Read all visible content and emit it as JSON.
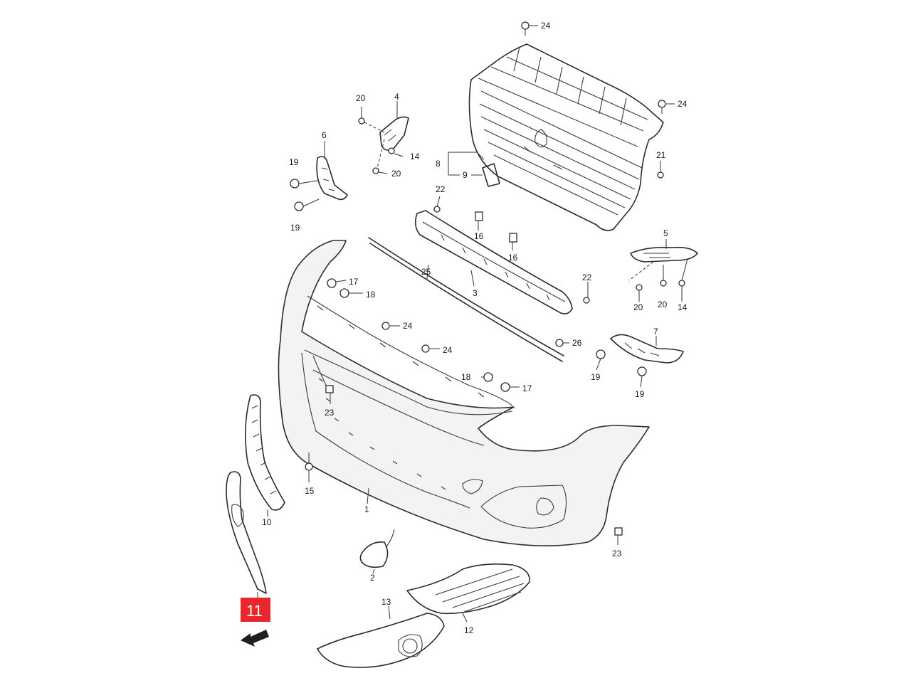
{
  "diagram": {
    "highlight": {
      "number": "11",
      "color": "#e8262c"
    },
    "callouts": [
      {
        "id": "c24a",
        "text": "24"
      },
      {
        "id": "c24b",
        "text": "24"
      },
      {
        "id": "c4",
        "text": "4"
      },
      {
        "id": "c20a",
        "text": "20"
      },
      {
        "id": "c14a",
        "text": "14"
      },
      {
        "id": "c20b",
        "text": "20"
      },
      {
        "id": "c6",
        "text": "6"
      },
      {
        "id": "c19a",
        "text": "19"
      },
      {
        "id": "c19b",
        "text": "19"
      },
      {
        "id": "c8",
        "text": "8"
      },
      {
        "id": "c9",
        "text": "9"
      },
      {
        "id": "c21",
        "text": "21"
      },
      {
        "id": "c22a",
        "text": "22"
      },
      {
        "id": "c16a",
        "text": "16"
      },
      {
        "id": "c16b",
        "text": "16"
      },
      {
        "id": "c5",
        "text": "5"
      },
      {
        "id": "c20c",
        "text": "20"
      },
      {
        "id": "c20d",
        "text": "20"
      },
      {
        "id": "c14b",
        "text": "14"
      },
      {
        "id": "c25",
        "text": "25"
      },
      {
        "id": "c3",
        "text": "3"
      },
      {
        "id": "c22b",
        "text": "22"
      },
      {
        "id": "c17a",
        "text": "17"
      },
      {
        "id": "c18a",
        "text": "18"
      },
      {
        "id": "c24c",
        "text": "24"
      },
      {
        "id": "c24d",
        "text": "24"
      },
      {
        "id": "c26",
        "text": "26"
      },
      {
        "id": "c7",
        "text": "7"
      },
      {
        "id": "c19c",
        "text": "19"
      },
      {
        "id": "c19d",
        "text": "19"
      },
      {
        "id": "c18b",
        "text": "18"
      },
      {
        "id": "c17b",
        "text": "17"
      },
      {
        "id": "c23a",
        "text": "23"
      },
      {
        "id": "c15",
        "text": "15"
      },
      {
        "id": "c1",
        "text": "1"
      },
      {
        "id": "c10",
        "text": "10"
      },
      {
        "id": "c2",
        "text": "2"
      },
      {
        "id": "c23b",
        "text": "23"
      },
      {
        "id": "c13",
        "text": "13"
      },
      {
        "id": "c12",
        "text": "12"
      }
    ]
  }
}
